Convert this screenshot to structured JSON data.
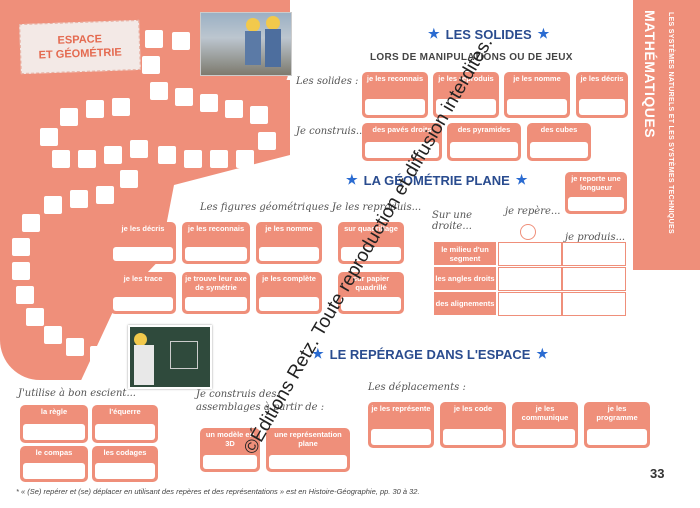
{
  "badge": "ESPACE\nET GÉOMÉTRIE",
  "side_title": "MATHÉMATIQUES",
  "side_subtitle": "LES SYSTÈMES NATURELS ET LES SYSTÈMES TECHNIQUES",
  "page_number": "33",
  "footnote": "* « (Se) repérer et (se) déplacer en utilisant des repères et des représentations » est en Histoire-Géographie, pp. 30 à 32.",
  "watermark": "©Éditions Retz. Toute reproduction et diffusion interdites.",
  "solides": {
    "title": "LES SOLIDES",
    "subtitle": "LORS DE MANIPULATIONS OU DE JEUX",
    "hand1": "Les solides :",
    "row1": [
      "je les reconnais",
      "je les reproduis",
      "je les nomme",
      "je les décris"
    ],
    "hand2": "Je construis...",
    "row2": [
      "des pavés droits",
      "des pyramides",
      "des cubes"
    ]
  },
  "plane": {
    "title": "LA GÉOMÉTRIE PLANE",
    "reporte": "je reporte une longueur",
    "hand_figures": "Les figures géométriques :",
    "figures_row1": [
      "je les décris",
      "je les reconnais",
      "je les nomme"
    ],
    "figures_row2": [
      "je les trace",
      "je trouve leur axe de symétrie",
      "je les complète"
    ],
    "hand_reproduis": "Je les reproduis...",
    "reproduis": [
      "sur quadrillage",
      "sur papier quadrillé"
    ],
    "hand_droite": "Sur une droite...",
    "hand_repere": "je repère...",
    "hand_produis": "je produis...",
    "droite_rows": [
      "le milieu d'un segment",
      "les angles droits",
      "des alignements"
    ]
  },
  "reperage": {
    "title": "LE REPÉRAGE DANS L'ESPACE",
    "hand_utilise": "J'utilise à bon escient...",
    "tools": [
      "la règle",
      "l'équerre",
      "le compas",
      "les codages"
    ],
    "hand_construis": "Je construis des assemblages à partir de :",
    "assemblages": [
      "un modèle en 3D",
      "une représentation plane"
    ],
    "hand_deplacements": "Les déplacements :",
    "deplacements": [
      "je les représente",
      "je les code",
      "je les communique",
      "je les programme"
    ]
  }
}
